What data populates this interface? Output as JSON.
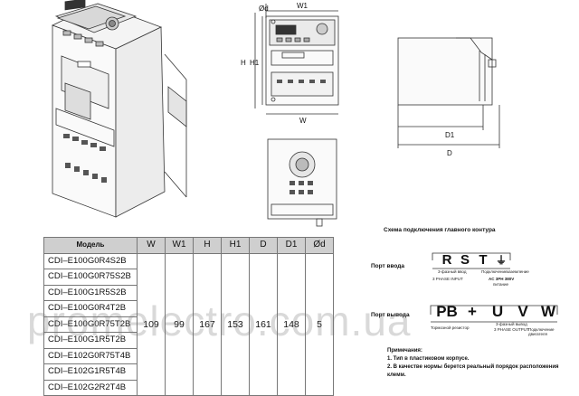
{
  "dimension_labels": {
    "phi_d": "Ød",
    "w1": "W1",
    "h": "H",
    "h1": "H1",
    "w": "W",
    "d1": "D1",
    "d": "D"
  },
  "table": {
    "headers": [
      "Модель",
      "W",
      "W1",
      "H",
      "H1",
      "D",
      "D1",
      "Ød"
    ],
    "models": [
      "CDI–E100G0R4S2B",
      "CDI–E100G0R75S2B",
      "CDI–E100G1R5S2B",
      "CDI–E100G0R4T2B",
      "CDI–E100G0R75T2B",
      "CDI–E100G1R5T2B",
      "CDI–E102G0R75T4B",
      "CDI–E102G1R5T4B",
      "CDI–E102G2R2T4B"
    ],
    "values": [
      "109",
      "99",
      "167",
      "153",
      "161",
      "148",
      "5"
    ]
  },
  "wiring": {
    "title": "Схема подключения главного контура",
    "input_port": {
      "label": "Порт ввода",
      "terminals": [
        "R",
        "S",
        "T",
        "⏚"
      ],
      "note_left": "3-фазный ввод",
      "note_mid": "Подключение",
      "note_right": "заземление",
      "note_bottom_left": "3 PHASE INPUT",
      "note_bottom_mid": "AC 3PH 380V",
      "note_bottom_right": "питание"
    },
    "output_port": {
      "label": "Порт вывода",
      "terminals": [
        "PB",
        "+",
        "U",
        "V",
        "W"
      ],
      "note_left": "Тормозной резистор",
      "note_mid": "3-фазный вывод",
      "note_mid2": "3 PHASE OUTPUT",
      "note_right": "Подключение двигателя"
    }
  },
  "notes": {
    "title": "Примечания:",
    "items": [
      "1. Тип в пластиковом корпусе.",
      "2. В качестве нормы берется реальный порядок расположения клемм."
    ]
  },
  "watermark": "promelectro.com.ua"
}
